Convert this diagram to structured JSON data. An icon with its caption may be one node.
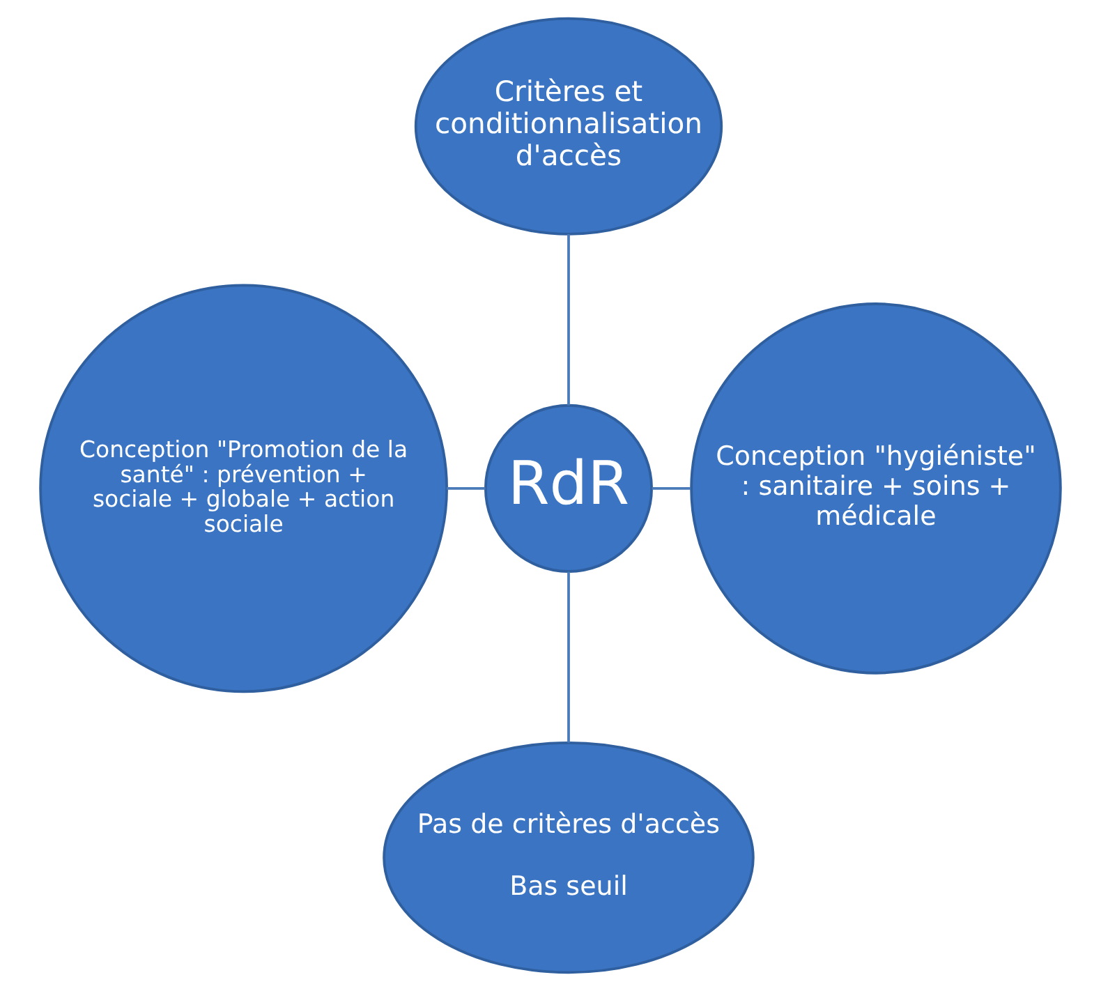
{
  "diagram": {
    "nodes": [
      {
        "text": [
          "Critères et conditionnalisation d'accès"
        ]
      },
      {
        "text": [
          "Conception \"Promotion de la santé\" : prévention + sociale + globale + action sociale"
        ]
      },
      {
        "text": [
          "RdR"
        ]
      },
      {
        "text": [
          "Conception \"hygiéniste\" : sanitaire + soins + médicale"
        ]
      },
      {
        "text": [
          "Pas de critères d'accès",
          "Bas seuil"
        ]
      }
    ],
    "edges": [
      {
        "from": 2,
        "to": 0,
        "arrow": "none"
      },
      {
        "from": 1,
        "to": 2,
        "arrow": "none"
      },
      {
        "from": 2,
        "to": 3,
        "arrow": "none"
      },
      {
        "from": 2,
        "to": 4,
        "arrow": "none"
      }
    ]
  }
}
